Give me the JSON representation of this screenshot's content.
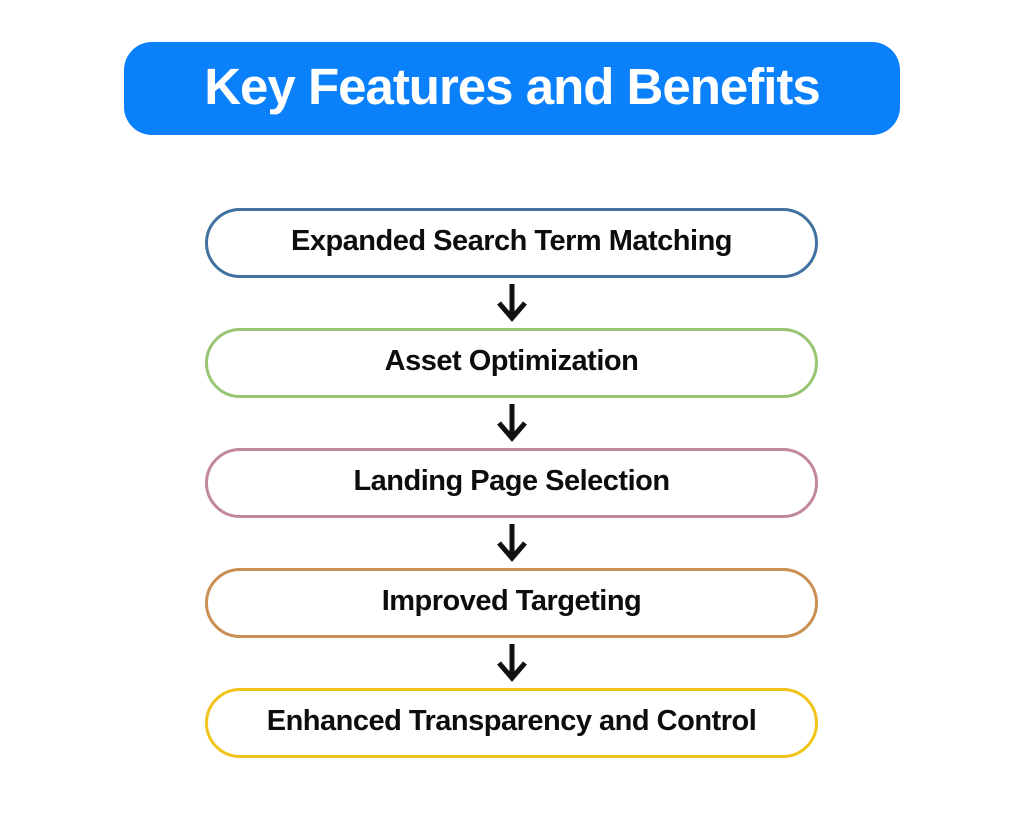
{
  "title": {
    "label": "Key Features and Benefits",
    "bg_color": "#0a80fb",
    "text_color": "#ffffff"
  },
  "flow": {
    "steps": [
      {
        "label": "Expanded Search Term Matching",
        "border_color": "#41729f"
      },
      {
        "label": "Asset Optimization",
        "border_color": "#97c573"
      },
      {
        "label": "Landing Page Selection",
        "border_color": "#c2889d"
      },
      {
        "label": "Improved Targeting",
        "border_color": "#c98f53"
      },
      {
        "label": "Enhanced Transparency and Control",
        "border_color": "#f0c41a"
      }
    ],
    "connector": {
      "type": "down-arrow",
      "color": "#111111"
    }
  }
}
